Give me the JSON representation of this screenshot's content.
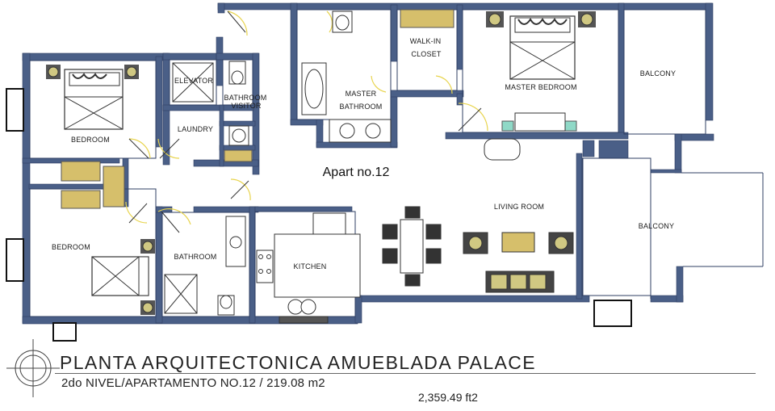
{
  "plan": {
    "apartment_label": "Apart no.12",
    "rooms": {
      "elevator": "ELEVATOR",
      "bathroom_visitor_1": "BATHROOM",
      "bathroom_visitor_2": "VISITOR",
      "laundry": "LAUNDRY",
      "bedroom_top": "BEDROOM",
      "bedroom_bottom": "BEDROOM",
      "bathroom": "BATHROOM",
      "kitchen": "KITCHEN",
      "master_bathroom_1": "MASTER",
      "master_bathroom_2": "BATHROOM",
      "walkin_closet_1": "WALK-IN",
      "walkin_closet_2": "CLOSET",
      "master_bedroom": "MASTER BEDROOM",
      "living_room": "LIVING ROOM",
      "balcony_top": "BALCONY",
      "balcony_bottom": "BALCONY"
    },
    "colors": {
      "wall": "#4a5f87",
      "wall_dark": "#2f3f63",
      "furniture": "#555555",
      "wood": "#d6bf6b",
      "door_arc": "#e8d44d",
      "glass": "#8fd9c7"
    }
  },
  "caption": {
    "title": "PLANTA ARQUITECTONICA AMUEBLADA PALACE",
    "subtitle": "2do NIVEL/APARTAMENTO NO.12 / 219.08 m2",
    "area_ft2": "2,359.49 ft2"
  }
}
